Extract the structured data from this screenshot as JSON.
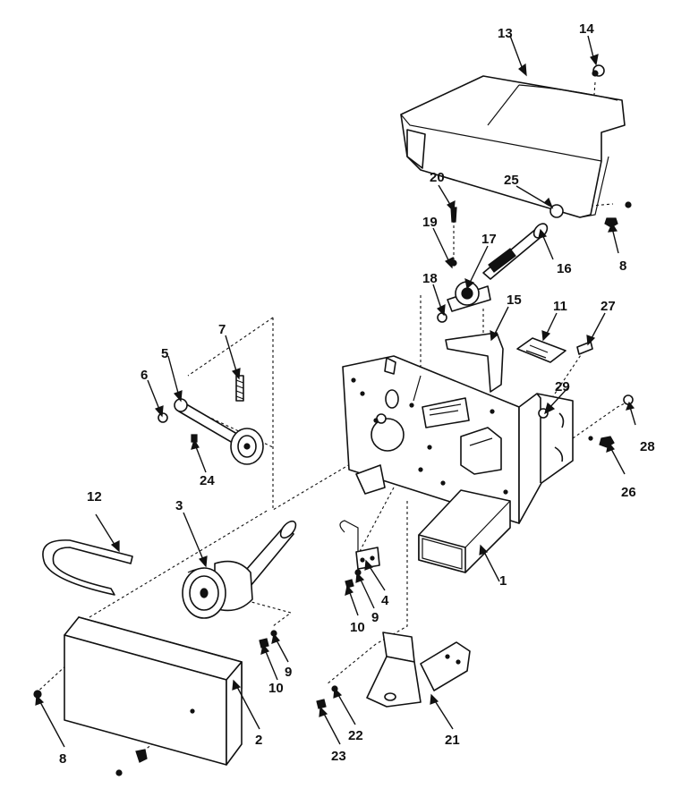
{
  "callouts": {
    "c1": "1",
    "c2": "2",
    "c3": "3",
    "c4": "4",
    "c5": "5",
    "c6": "6",
    "c7": "7",
    "c8a": "8",
    "c8b": "8",
    "c9a": "9",
    "c9b": "9",
    "c10a": "10",
    "c10b": "10",
    "c11": "11",
    "c12": "12",
    "c13": "13",
    "c14": "14",
    "c15": "15",
    "c16": "16",
    "c17": "17",
    "c18": "18",
    "c19": "19",
    "c20": "20",
    "c21": "21",
    "c22": "22",
    "c23": "23",
    "c24": "24",
    "c25": "25",
    "c26": "26",
    "c27": "27",
    "c28": "28",
    "c29": "29"
  }
}
